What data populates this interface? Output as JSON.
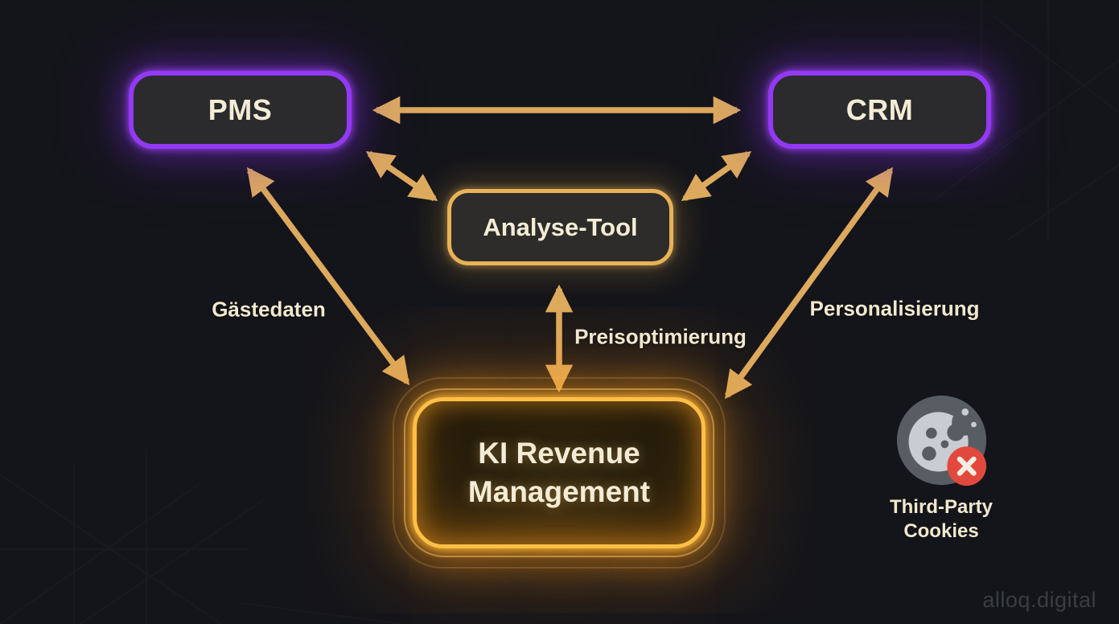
{
  "diagram_title": "",
  "nodes": {
    "pms": {
      "label": "PMS"
    },
    "crm": {
      "label": "CRM"
    },
    "analyse_tool": {
      "label": "Analyse-Tool"
    },
    "ki_revenue": {
      "label_line1": "KI Revenue",
      "label_line2": "Management"
    }
  },
  "edges": [
    {
      "from": "PMS",
      "to": "CRM",
      "bidirectional": true,
      "label": ""
    },
    {
      "from": "PMS",
      "to": "Analyse-Tool",
      "bidirectional": true,
      "label": ""
    },
    {
      "from": "CRM",
      "to": "Analyse-Tool",
      "bidirectional": true,
      "label": ""
    },
    {
      "from": "PMS",
      "to": "KI Revenue Management",
      "bidirectional": true,
      "label": "Gästedaten"
    },
    {
      "from": "Analyse-Tool",
      "to": "KI Revenue Management",
      "bidirectional": true,
      "label": "Preisoptimierung"
    },
    {
      "from": "CRM",
      "to": "KI Revenue Management",
      "bidirectional": true,
      "label": "Personalisierung"
    }
  ],
  "annotation": {
    "icon": "cookie-blocked-icon",
    "label_line1": "Third-Party",
    "label_line2": "Cookies"
  },
  "watermark": "alloq.digital",
  "colors": {
    "background": "#14151a",
    "node_border_purple": "#9439f3",
    "node_fill": "#2b2b2e",
    "analyse_border_gold": "#e9b257",
    "arrow_gold": "#ddaa5e",
    "ki_border_glow": "#ffbf47",
    "text_cream": "#f4ecd6",
    "blocked_red": "#e2493e",
    "cookie_gray": "#585d64",
    "cookie_light": "#c9ccd2",
    "watermark_gray": "#393d44"
  }
}
